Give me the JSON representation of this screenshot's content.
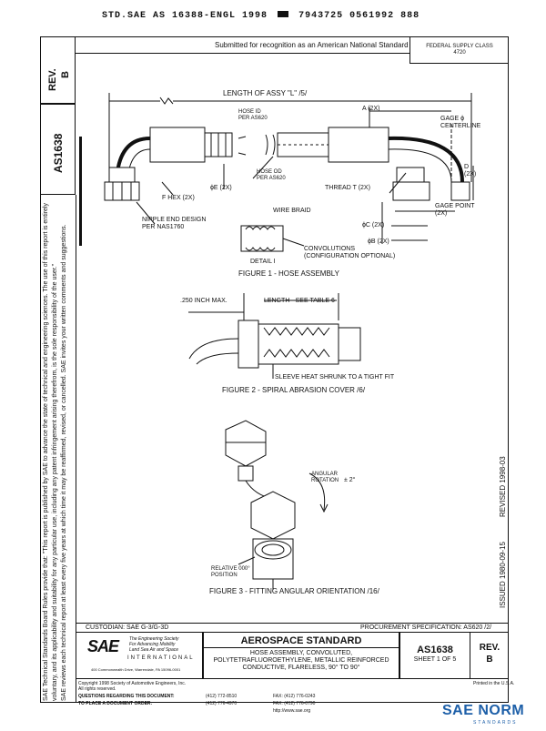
{
  "header": {
    "doc_line": "STD.SAE AS 16388-ENGL 1998",
    "barcode": "7943725 0561992 888",
    "submitted": "Submitted for recognition as an American National Standard",
    "federal_supply_class_label": "FEDERAL SUPPLY CLASS",
    "federal_supply_class_value": "4720"
  },
  "side": {
    "rev_label": "REV.",
    "rev_value": "B",
    "doc_id": "AS1638",
    "disclaimer_1": "SAE Technical Standards Board Rules provide that: \"This report is published by SAE to advance the state of technical and engineering sciences. The use of this report is entirely",
    "disclaimer_2": "voluntary, and its applicability and suitability for any particular use, including any patent infringement arising therefrom, is the sole responsibility of the user.\"",
    "disclaimer_3": "SAE reviews each technical report at least every five years at which time it may be reaffirmed, revised, or cancelled. SAE invites your written comments and suggestions.",
    "issued": "ISSUED 1980-09-15",
    "revised": "REVISED 1998-03"
  },
  "fig1": {
    "length": "LENGTH OF ASSY \"L\" /5/",
    "hose_id": "HOSE ID\nPER AS620",
    "hose_od": "HOSE OD\nPER AS620",
    "a2x": "A (2X)",
    "gage_centerline": "GAGE ϕ\nCENTERLINE",
    "d2x": "D\n(2X)",
    "thread": "THREAD T (2X)",
    "gage_point": "GAGE POINT\n(2X)",
    "e2x": "ϕE (2X)",
    "fhex": "F HEX (2X)",
    "nipple": "NIPPLE END DESIGN\nPER NAS1760",
    "wire_braid": "WIRE BRAID",
    "c2x": "ϕC (2X)",
    "b2x": "ϕB (2X)",
    "convolutions": "CONVOLUTIONS\n(CONFIGURATION OPTIONAL)",
    "detail": "DETAIL I",
    "caption": "FIGURE 1 - HOSE ASSEMBLY"
  },
  "fig2": {
    "max": ".250 INCH MAX.",
    "length": "LENGTH - SEE TABLE 6",
    "sleeve": "SLEEVE HEAT SHRUNK TO A TIGHT FIT",
    "caption": "FIGURE 2 - SPIRAL ABRASION COVER /6/"
  },
  "fig3": {
    "angular": "ANGULAR\nROTATION",
    "tol": "± 2°",
    "relative": "RELATIVE 000°\nPOSITION",
    "caption": "FIGURE 3 - FITTING ANGULAR ORIENTATION /16/"
  },
  "titleblock": {
    "custodian": "CUSTODIAN: SAE G-3/G-3D",
    "procurement": "PROCUREMENT SPECIFICATION: AS620 /2/",
    "sae_logo": "SAE",
    "sae_tagline": "The Engineering Society\nFor Advancing Mobility\nLand Sea Air and Space",
    "international": "INTERNATIONAL",
    "address": "400 Commonwealth Drive, Warrendale, PA 15096-0001",
    "standard": "AEROSPACE STANDARD",
    "title": "HOSE ASSEMBLY, CONVOLUTED,\nPOLYTETRAFLUOROETHYLENE, METALLIC REINFORCED\nCONDUCTIVE, FLARELESS, 90° TO 90°",
    "doc_id": "AS1638",
    "sheet": "SHEET 1 OF 5",
    "rev_label": "REV.",
    "rev_value": "B"
  },
  "footer": {
    "copyright": "Copyright 1998 Society of Automotive Engineers, Inc.\nAll rights reserved.",
    "printed": "Printed in the U.S.A.",
    "questions": "QUESTIONS REGARDING THIS DOCUMENT:",
    "place_order": "TO PLACE A DOCUMENT ORDER:",
    "phone1": "(412) 772-8510",
    "phone2": "(412) 776-4970",
    "fax1": "FAX: (412) 776-0243",
    "fax2": "FAX: (412) 776-0790",
    "web": "http://www.sae.org",
    "logo": "SAE NORM",
    "logo_sub": "STANDARDS"
  },
  "colors": {
    "ink": "#111111",
    "logo_blue": "#1d5fa8"
  }
}
